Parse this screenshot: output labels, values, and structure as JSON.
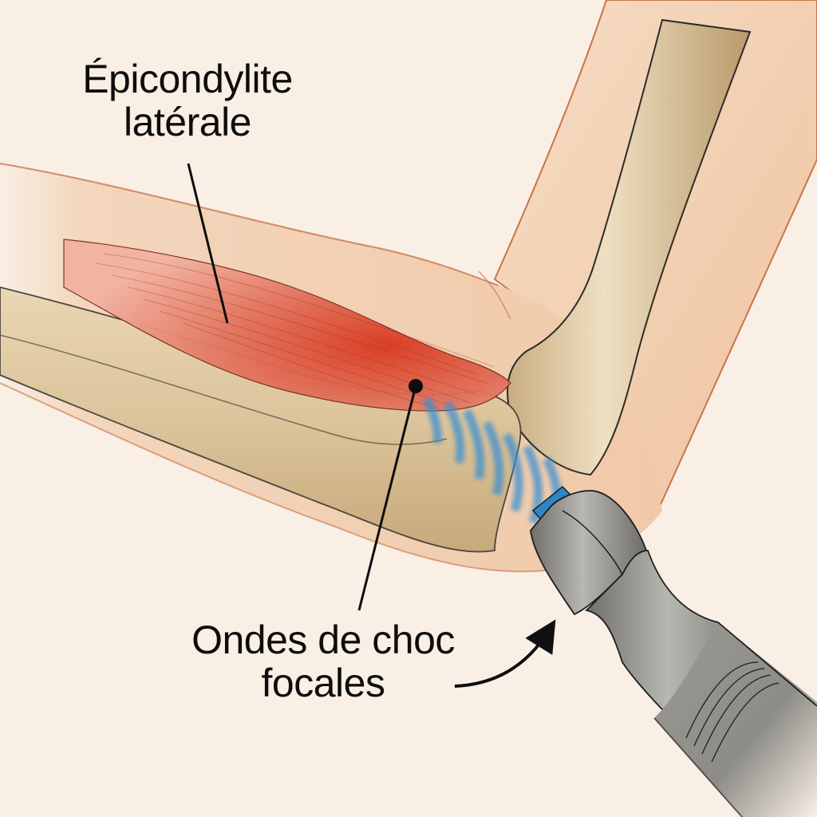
{
  "diagram": {
    "title_labels": {
      "condition": {
        "line1": "Épicondylite",
        "line2": "latérale"
      },
      "treatment": {
        "line1": "Ondes de choc",
        "line2": "focales"
      }
    },
    "components": [
      {
        "name": "upper-arm-skin",
        "description": "Bent arm, upper arm rising to top right"
      },
      {
        "name": "humerus",
        "description": "Upper arm bone ending at lateral epicondyle"
      },
      {
        "name": "forearm-skin",
        "description": "Forearm extending to left edge"
      },
      {
        "name": "radius-ulna",
        "description": "Forearm bones"
      },
      {
        "name": "extensor-muscle",
        "description": "Inflamed red extensor muscle/tendon"
      },
      {
        "name": "shockwave-rings",
        "description": "Blue concentric wave arcs from probe"
      },
      {
        "name": "shockwave-probe",
        "description": "Grey metallic applicator handpiece"
      }
    ],
    "colors": {
      "background": "#f9efe5",
      "skin": "#f2cfb0",
      "skin_edge": "#c9744a",
      "bone": "#e3cfa8",
      "bone_shadow": "#b89a6b",
      "muscle": "#d9503a",
      "muscle_light": "#f0a08c",
      "wave_blue": "#3a8fd1",
      "probe_grey": "#8f8e89",
      "probe_dark": "#5e5d59",
      "ink": "#111111"
    }
  }
}
